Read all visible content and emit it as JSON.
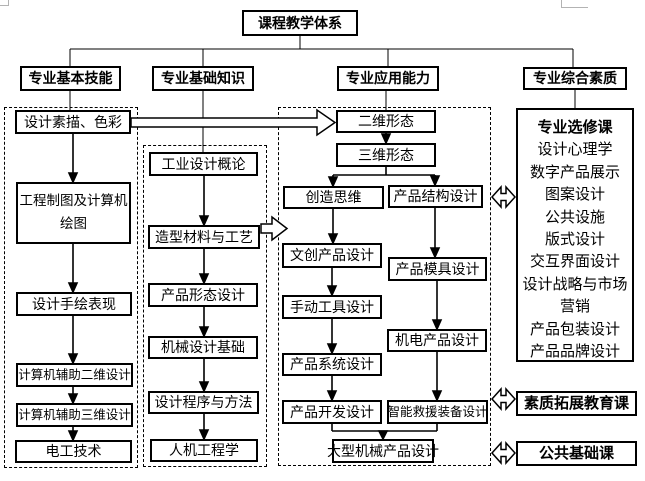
{
  "title": "课程教学体系",
  "headers": {
    "skills": "专业基本技能",
    "knowledge": "专业基础知识",
    "ability": "专业应用能力",
    "quality": "专业综合素质"
  },
  "skills_column": [
    "设计素描、色彩",
    "工程制图及计算机绘图",
    "设计手绘表现",
    "计算机辅助二维设计",
    "计算机辅助三维设计",
    "电工技术"
  ],
  "knowledge_column": [
    "工业设计概论",
    "造型材料与工艺",
    "产品形态设计",
    "机械设计基础",
    "设计程序与方法",
    "人机工程学"
  ],
  "ability_column": {
    "stem": [
      "二维形态",
      "三维形态"
    ],
    "left_branch": [
      "创造思维",
      "文创产品设计",
      "手动工具设计",
      "产品系统设计",
      "产品开发设计"
    ],
    "right_branch": [
      "产品结构设计",
      "产品模具设计",
      "机电产品设计",
      "智能救援装备设计"
    ],
    "merge": "大型机械产品设计"
  },
  "quality_column": {
    "electives_title": "专业选修课",
    "electives": [
      "设计心理学",
      "数字产品展示",
      "图案设计",
      "公共设施",
      "版式设计",
      "交互界面设计",
      "设计战略与市场营销",
      "产品包装设计",
      "产品品牌设计"
    ],
    "quality_expand_course": "素质拓展教育课",
    "public_basic_course": "公共基础课"
  },
  "colors": {
    "line": "#000000",
    "background": "#ffffff"
  }
}
